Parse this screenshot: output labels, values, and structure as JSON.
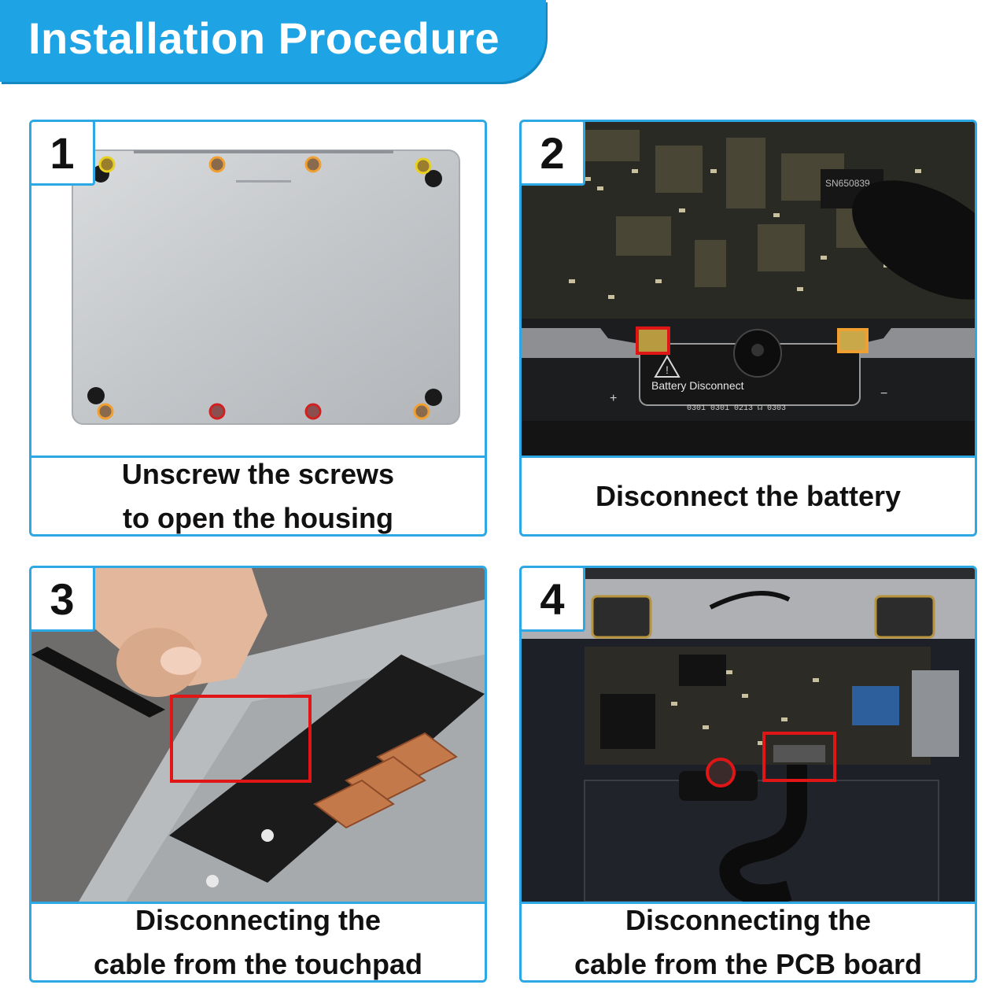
{
  "header": {
    "title": "Installation Procedure"
  },
  "steps": [
    {
      "number": "1",
      "line1": "Unscrew the screws",
      "line2": "to open the housing"
    },
    {
      "number": "2",
      "line1": "Disconnect the battery",
      "line2": ""
    },
    {
      "number": "3",
      "line1": "Disconnecting the",
      "line2": "cable from the touchpad"
    },
    {
      "number": "4",
      "line1": "Disconnecting the",
      "line2": "cable from the PCB board"
    }
  ],
  "photo_labels": {
    "battery_disconnect": "Battery Disconnect",
    "chip": "SN650839",
    "plus": "+",
    "minus": "−",
    "connector_codes": "0301  0301    0213  ☊ 0303"
  },
  "colors": {
    "accent": "#1ea3e4",
    "highlight_red": "#e01515",
    "highlight_orange": "#f0a030",
    "highlight_yellow": "#e8d020"
  }
}
